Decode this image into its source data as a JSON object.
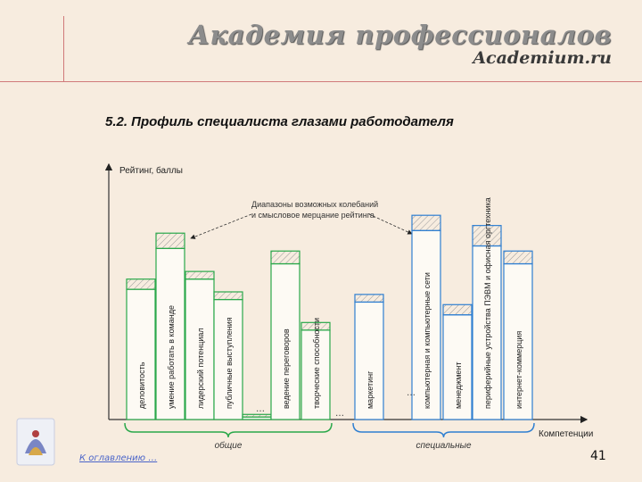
{
  "header": {
    "brand_main": "Академия профессионалов",
    "brand_sub": "Academium.ru"
  },
  "slide": {
    "title": "5.2. Профиль специалиста глазами работодателя",
    "back_link": "К оглавлению …",
    "page_number": "41"
  },
  "chart_data": {
    "type": "bar",
    "title": "",
    "ylabel": "Рейтинг, баллы",
    "xlabel": "Компетенции",
    "annotation": "Диапазоны возможных колебаний и смысловое мерцание рейтинга",
    "ellipsis": "…",
    "ylim": [
      0,
      100
    ],
    "groups": [
      {
        "name": "общие",
        "color": "#2aa84a"
      },
      {
        "name": "специальные",
        "color": "#2f7fd1"
      }
    ],
    "bars": [
      {
        "label": "деловитость",
        "group": 0,
        "value": 51,
        "range": [
          51,
          55
        ]
      },
      {
        "label": "умение работать в команде",
        "group": 0,
        "value": 67,
        "range": [
          67,
          73
        ]
      },
      {
        "label": "лидерский потенциал",
        "group": 0,
        "value": 55,
        "range": [
          55,
          58
        ]
      },
      {
        "label": "публичные выступления",
        "group": 0,
        "value": 47,
        "range": [
          47,
          50
        ]
      },
      {
        "label": "",
        "group": 0,
        "value": 1,
        "range": [
          1,
          2
        ]
      },
      {
        "label": "ведение переговоров",
        "group": 0,
        "value": 61,
        "range": [
          61,
          66
        ]
      },
      {
        "label": "творческие способности",
        "group": 0,
        "value": 35,
        "range": [
          35,
          38
        ]
      },
      {
        "label": "маркетинг",
        "group": 1,
        "value": 46,
        "range": [
          46,
          49
        ]
      },
      {
        "label": "компьютерная и компьютерные сети",
        "group": 1,
        "value": 74,
        "range": [
          74,
          80
        ]
      },
      {
        "label": "менеджмент",
        "group": 1,
        "value": 41,
        "range": [
          41,
          45
        ]
      },
      {
        "label": "периферийные устройства ПЭВМ и офисная оргтехника",
        "group": 1,
        "value": 68,
        "range": [
          68,
          76
        ]
      },
      {
        "label": "интернет-коммерция",
        "group": 1,
        "value": 61,
        "range": [
          61,
          66
        ]
      }
    ]
  }
}
